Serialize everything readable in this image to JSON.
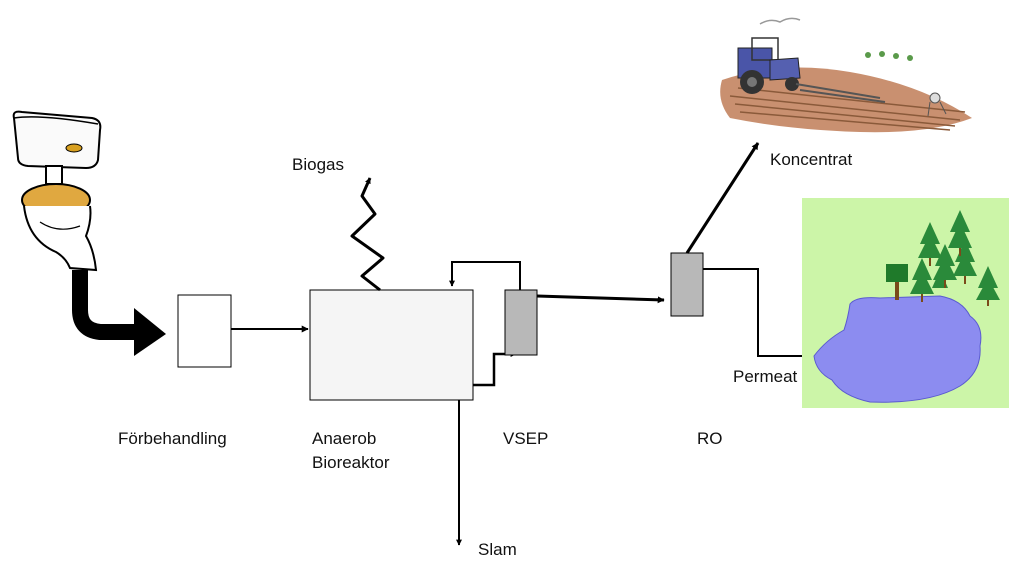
{
  "labels": {
    "pretreatment": "Förbehandling",
    "reactor_line1": "Anaerob",
    "reactor_line2": "Bioreaktor",
    "vsep": "VSEP",
    "ro": "RO",
    "biogas": "Biogas",
    "sludge": "Slam",
    "concentrate": "Koncentrat",
    "permeate": "Permeat"
  },
  "illustrations": {
    "source": "toilet-icon",
    "field": "tractor-field-image",
    "landscape": "lake-forest-image"
  },
  "colors": {
    "unit_fill": "#ffffff",
    "reactor_fill": "#f5f5f5",
    "membrane_fill": "#b8b8b8",
    "lake": "#8c8cf0",
    "grass": "#ccf5a8",
    "arrow": "#000000"
  }
}
